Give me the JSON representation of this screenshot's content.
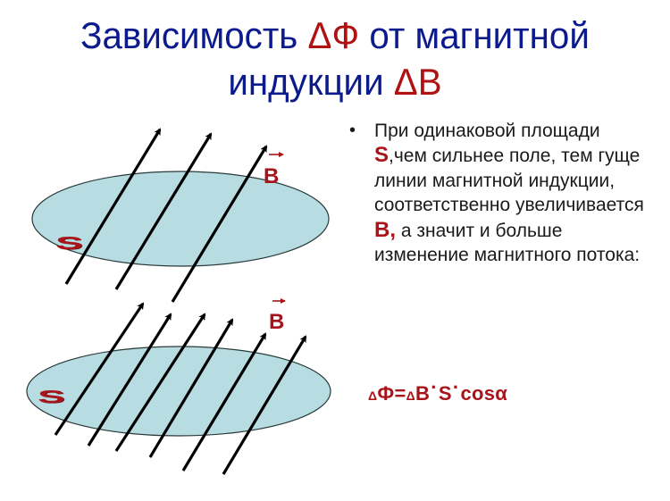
{
  "slide": {
    "title": {
      "line1_part1": "Зависимость ",
      "line1_symbol": "ΔФ",
      "line1_part2": " от магнитной",
      "line2_part1": "индукции ",
      "line2_symbol": "ΔB"
    },
    "colors": {
      "title": "#0b1a8c",
      "accent": "#a8141a",
      "surface_fill": "#b7dde3",
      "text": "#1a1a1a"
    },
    "diagrams": [
      {
        "id": "weak-field",
        "surface_label": "S",
        "field_label": "B",
        "field_line_count": 3
      },
      {
        "id": "strong-field",
        "surface_label": "S",
        "field_label": "B",
        "field_line_count": 6
      }
    ],
    "bullet": {
      "marker": "•",
      "text_part1": "При одинаковой площади ",
      "symbol_s": "S",
      "text_part2": ",чем сильнее поле, тем гуще линии магнитной индукции, соответственно увеличивается ",
      "symbol_b": "B,",
      "text_part3": " а значит и больше изменение магнитного потока:"
    },
    "formula": {
      "delta1": "Δ",
      "phi": "Ф=",
      "delta2": "Δ",
      "b": "B",
      "dot1": "·",
      "s": "S",
      "dot2": "·",
      "cos": "cosα"
    }
  }
}
